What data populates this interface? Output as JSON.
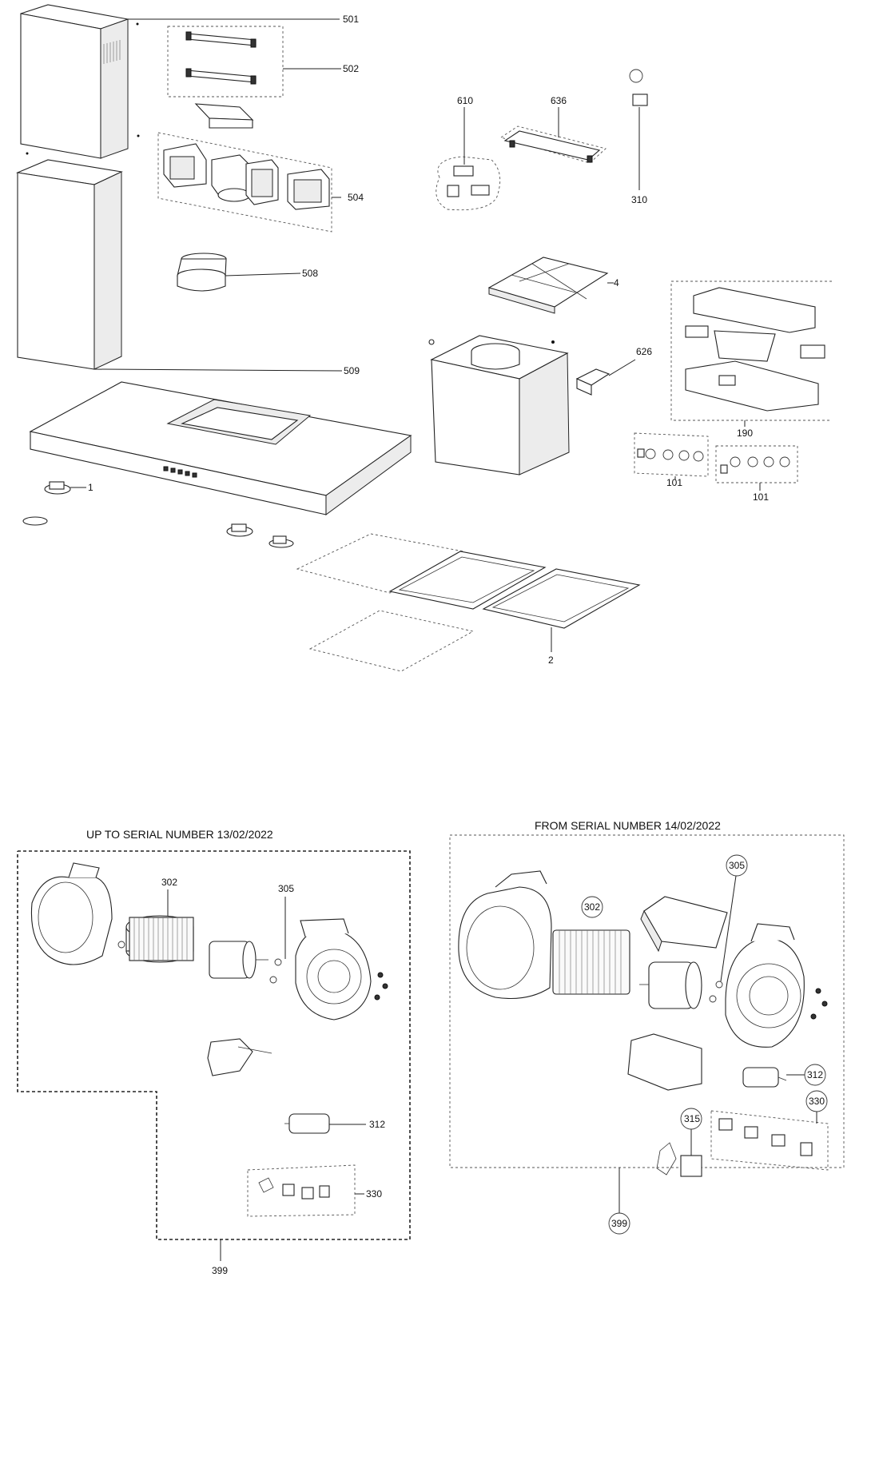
{
  "callouts": {
    "c501": "501",
    "c502": "502",
    "c504": "504",
    "c508": "508",
    "c509": "509",
    "c1": "1",
    "c610": "610",
    "c636": "636",
    "c310": "310",
    "c4": "4",
    "c626": "626",
    "c190": "190",
    "c101a": "101",
    "c101b": "101",
    "c2": "2"
  },
  "lower_left": {
    "heading": "UP TO SERIAL NUMBER 13/02/2022",
    "c302": "302",
    "c305": "305",
    "c312": "312",
    "c330": "330",
    "c399": "399"
  },
  "lower_right": {
    "heading": "FROM SERIAL NUMBER 14/02/2022",
    "c305": "305",
    "c302": "302",
    "c312": "312",
    "c330": "330",
    "c315": "315",
    "c399": "399"
  }
}
